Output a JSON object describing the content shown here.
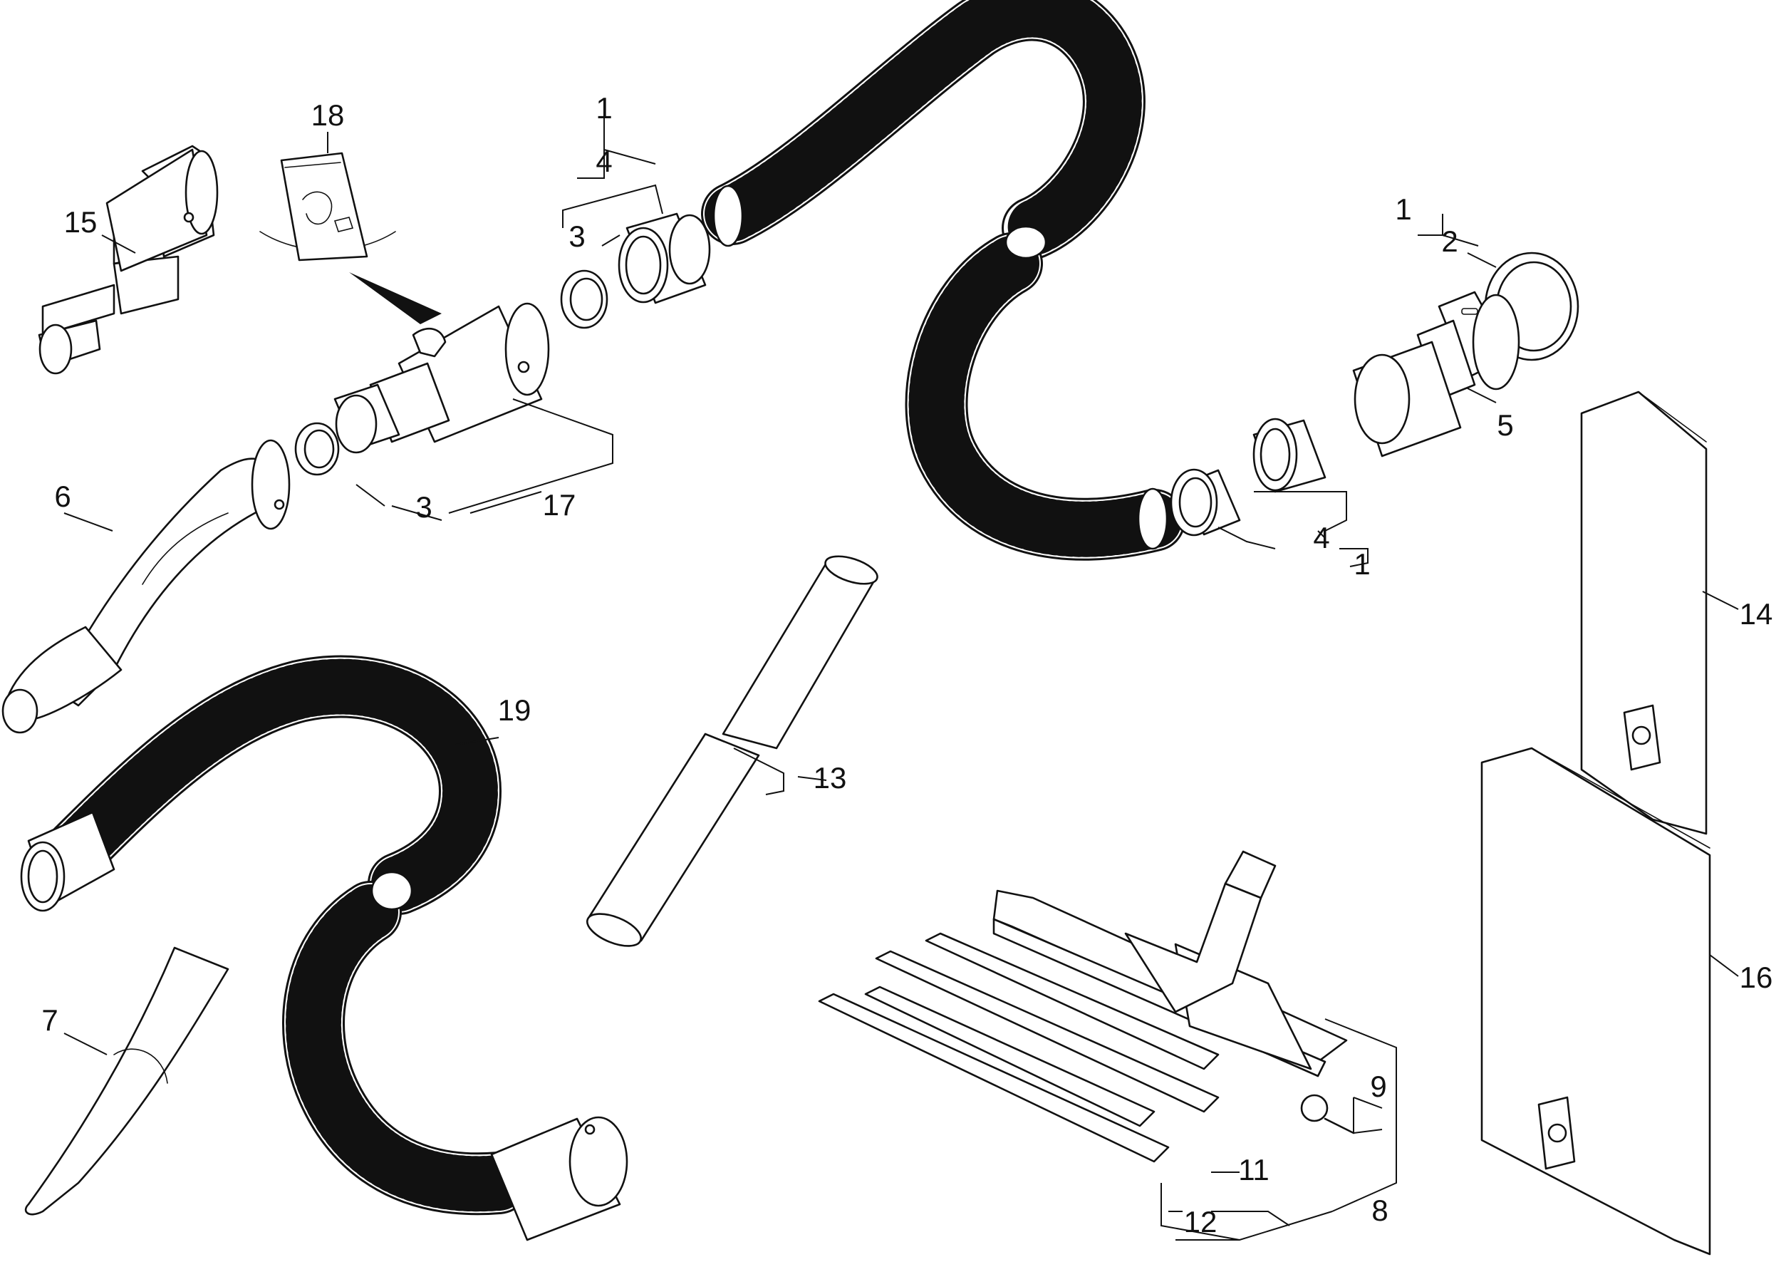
{
  "callouts": {
    "p1_top": "1",
    "p4_top": "4",
    "p3_top": "3",
    "p18": "18",
    "p15": "15",
    "p6": "6",
    "p3_low": "3",
    "p17": "17",
    "p1_right": "1",
    "p2": "2",
    "p5": "5",
    "p4_right": "4",
    "p1_right_low": "1",
    "p14": "14",
    "p19": "19",
    "p13": "13",
    "p7": "7",
    "p9": "9",
    "p11": "11",
    "p8": "8",
    "p12": "12",
    "p16": "16"
  },
  "icons": {
    "filter_bag_pack": "filter-bag-pack-icon",
    "pointer": "pointer-arrow-icon"
  }
}
